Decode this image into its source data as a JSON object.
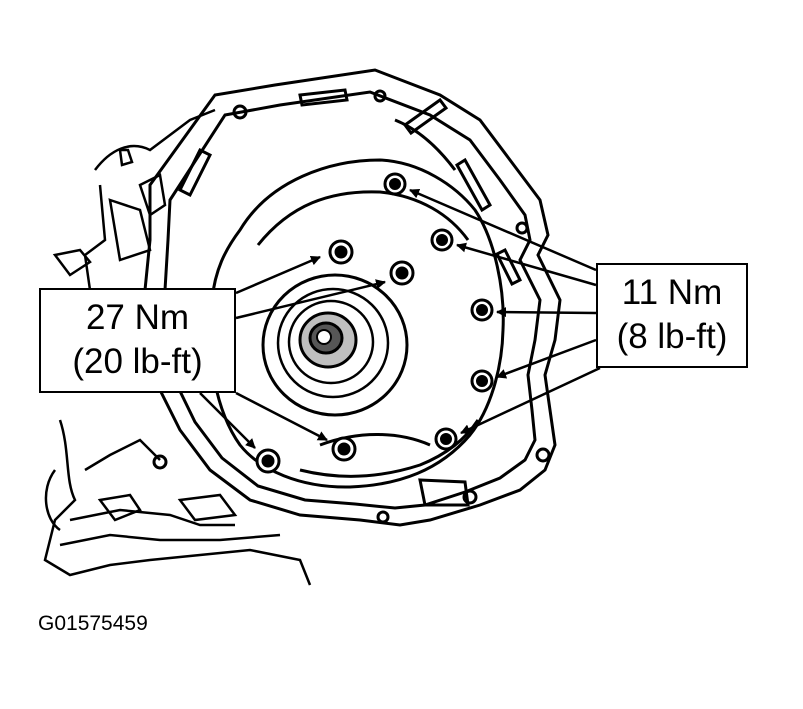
{
  "callouts": {
    "left": {
      "line1": "27 Nm",
      "line2": "(20 lb-ft)"
    },
    "right": {
      "line1": "11 Nm",
      "line2": "(8 lb-ft)"
    }
  },
  "figure_id": "G01575459",
  "colors": {
    "ink": "#000000",
    "paper": "#ffffff"
  }
}
